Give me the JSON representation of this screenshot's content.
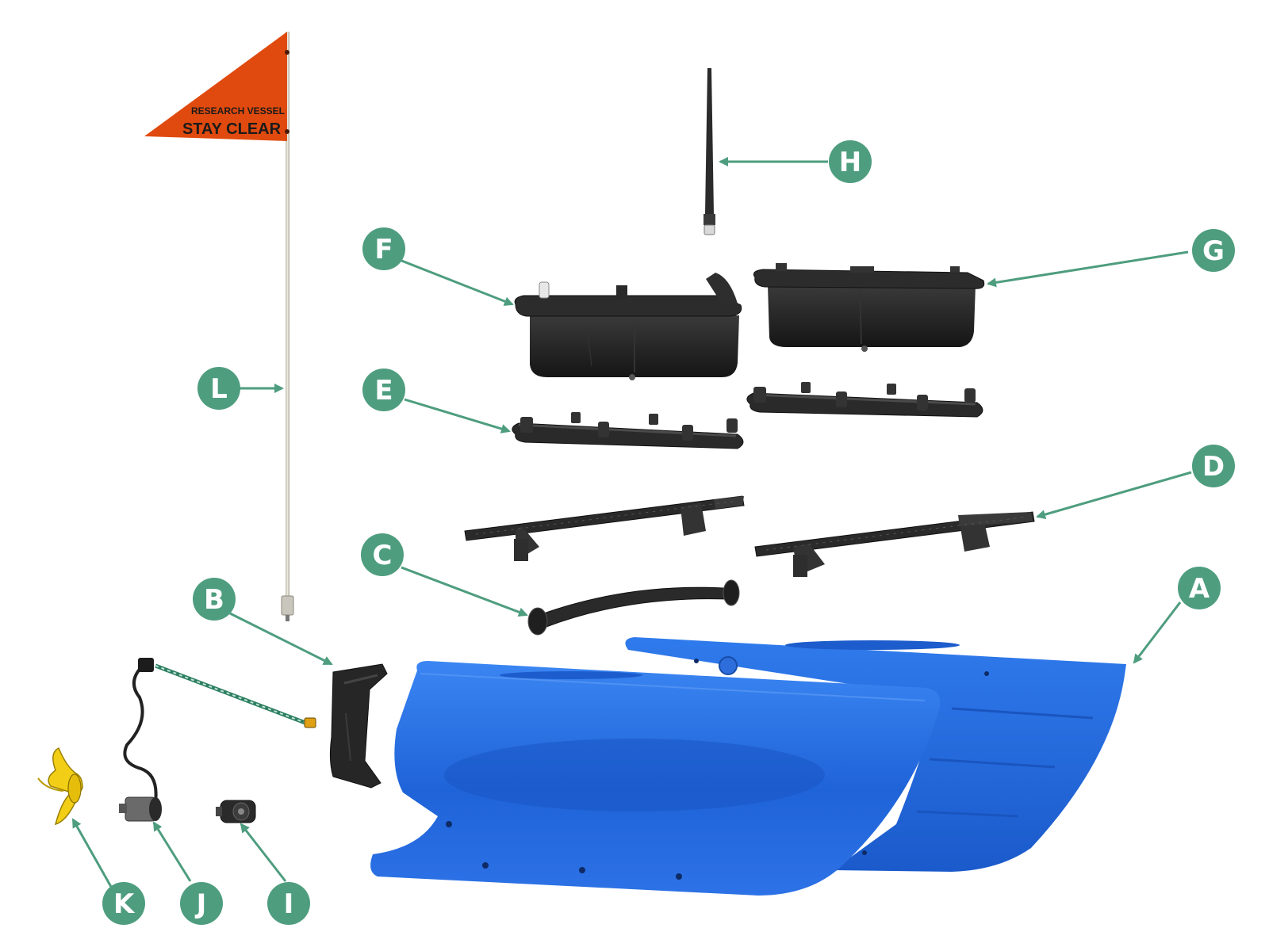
{
  "colors": {
    "callout": "#4e9d7f",
    "arrow": "#4e9d7f",
    "hull_blue": "#2a6fe0",
    "flag_orange": "#e04a0e",
    "part_black": "#1f1f1f",
    "propeller_yellow": "#f2cf16"
  },
  "flag": {
    "line1": "RESEARCH VESSEL",
    "line2": "STAY CLEAR"
  },
  "callouts": [
    {
      "letter": "A",
      "part": "hulls"
    },
    {
      "letter": "B",
      "part": "motor-mount-bracket"
    },
    {
      "letter": "C",
      "part": "connecting-tube"
    },
    {
      "letter": "D",
      "part": "mounting-rails"
    },
    {
      "letter": "E",
      "part": "lid-gaskets"
    },
    {
      "letter": "F",
      "part": "electronics-box-left"
    },
    {
      "letter": "G",
      "part": "electronics-box-right"
    },
    {
      "letter": "H",
      "part": "antenna"
    },
    {
      "letter": "I",
      "part": "connector-plug"
    },
    {
      "letter": "J",
      "part": "motor-with-cable"
    },
    {
      "letter": "K",
      "part": "propeller"
    },
    {
      "letter": "L",
      "part": "flag-pole"
    }
  ]
}
